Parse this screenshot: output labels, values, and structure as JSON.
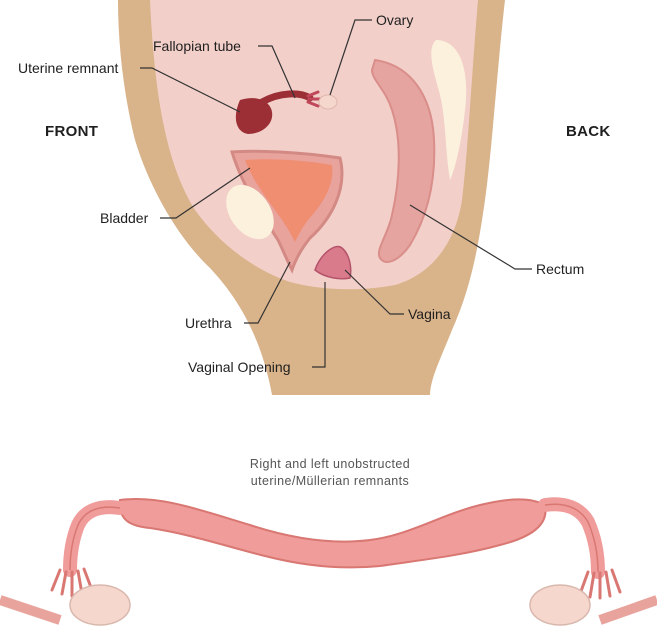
{
  "diagram": {
    "orientation": {
      "front": "FRONT",
      "back": "BACK"
    },
    "labels": {
      "ovary": "Ovary",
      "fallopian_tube": "Fallopian tube",
      "uterine_remnant": "Uterine remnant",
      "bladder": "Bladder",
      "rectum": "Rectum",
      "urethra": "Urethra",
      "vagina": "Vagina",
      "vaginal_opening": "Vaginal Opening"
    },
    "caption_line1": "Right and left unobstructed",
    "caption_line2": "uterine/Müllerian remnants",
    "colors": {
      "skin": "#d9b38a",
      "pelvis": "#f3cfc9",
      "uterus": "#9b2f35",
      "bladder": "#f08e72",
      "rectum": "#e5a4a0",
      "remnant": "#ef9c9a",
      "ovary": "#f6d7cd"
    }
  }
}
